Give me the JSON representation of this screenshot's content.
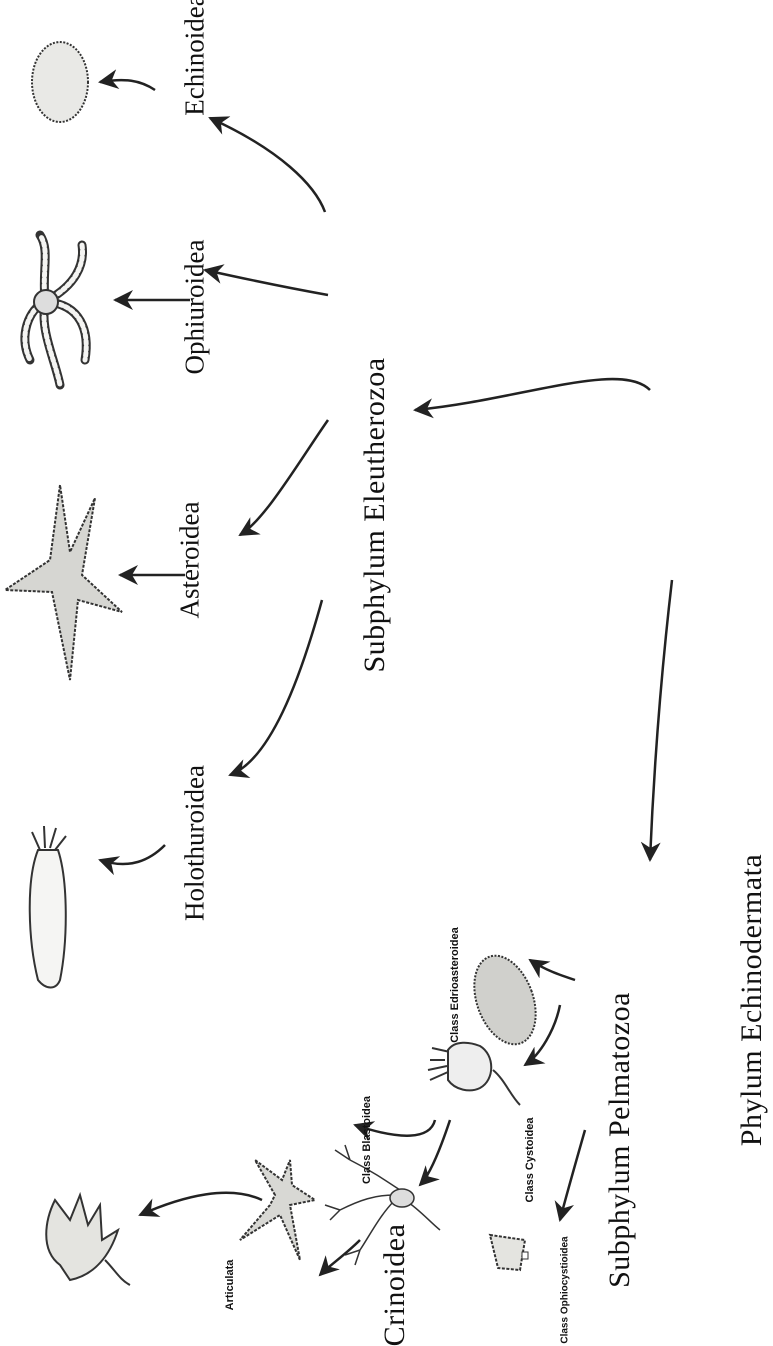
{
  "diagram": {
    "phylum": "Phylum Echinodermata",
    "subphylum_eleutherozoa": "Subphylum Eleutherozoa",
    "subphylum_pelmatozoa": "Subphylum Pelmatozoa",
    "classes": {
      "echinoidea": "Echinoidea",
      "ophiuroidea": "Ophiuroidea",
      "asteroidea": "Asteroidea",
      "holothuroidea": "Holothuroidea",
      "crinoidea": "Crinoidea",
      "edrioasteroidea": "Class Edrioasteroidea",
      "cystoidea": "Class Cystoidea",
      "blastoidea": "Class Blastoidea",
      "ophiocystioidea": "Class Ophiocystioidea",
      "articulata": "Articulata"
    }
  }
}
